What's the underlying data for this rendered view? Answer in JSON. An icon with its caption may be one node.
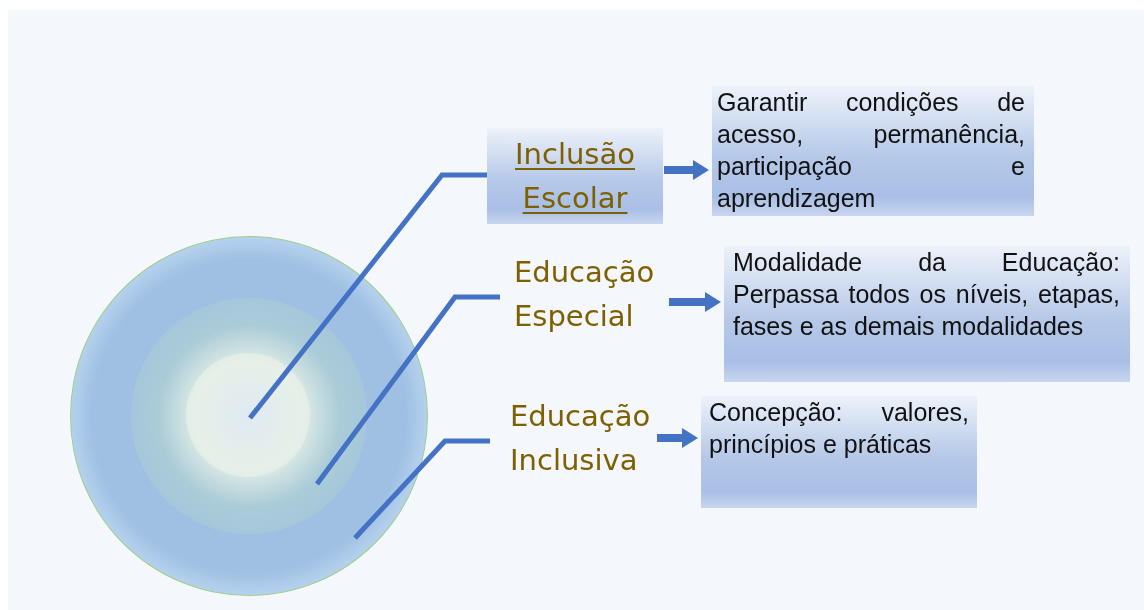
{
  "diagram": {
    "nodes": [
      {
        "text": [],
        "shape": "circle"
      },
      {
        "text": [],
        "shape": "circle",
        "in": 0
      },
      {
        "text": [],
        "shape": "circle",
        "in": 1
      },
      {
        "text": [
          "Inclusão Escolar"
        ]
      },
      {
        "text": [
          "Garantir condições de acesso, permanência, participação e aprendizagem"
        ]
      },
      {
        "text": [
          "Educação Especial"
        ]
      },
      {
        "text": [
          "Modalidade da Educação: Perpassa todos os níveis, etapas, fases e as demais modalidades"
        ]
      },
      {
        "text": [
          "Educação Inclusiva"
        ]
      },
      {
        "text": [
          "Concepção: valores, princípios e práticas"
        ]
      }
    ],
    "edges": [
      {
        "from": 3,
        "to": 2,
        "arrow": "none"
      },
      {
        "from": 5,
        "to": 1,
        "arrow": "none"
      },
      {
        "from": 7,
        "to": 0,
        "arrow": "none"
      },
      {
        "from": 3,
        "to": 4,
        "arrow": "to"
      },
      {
        "from": 5,
        "to": 6,
        "arrow": "to"
      },
      {
        "from": 7,
        "to": 8,
        "arrow": "to"
      }
    ]
  }
}
